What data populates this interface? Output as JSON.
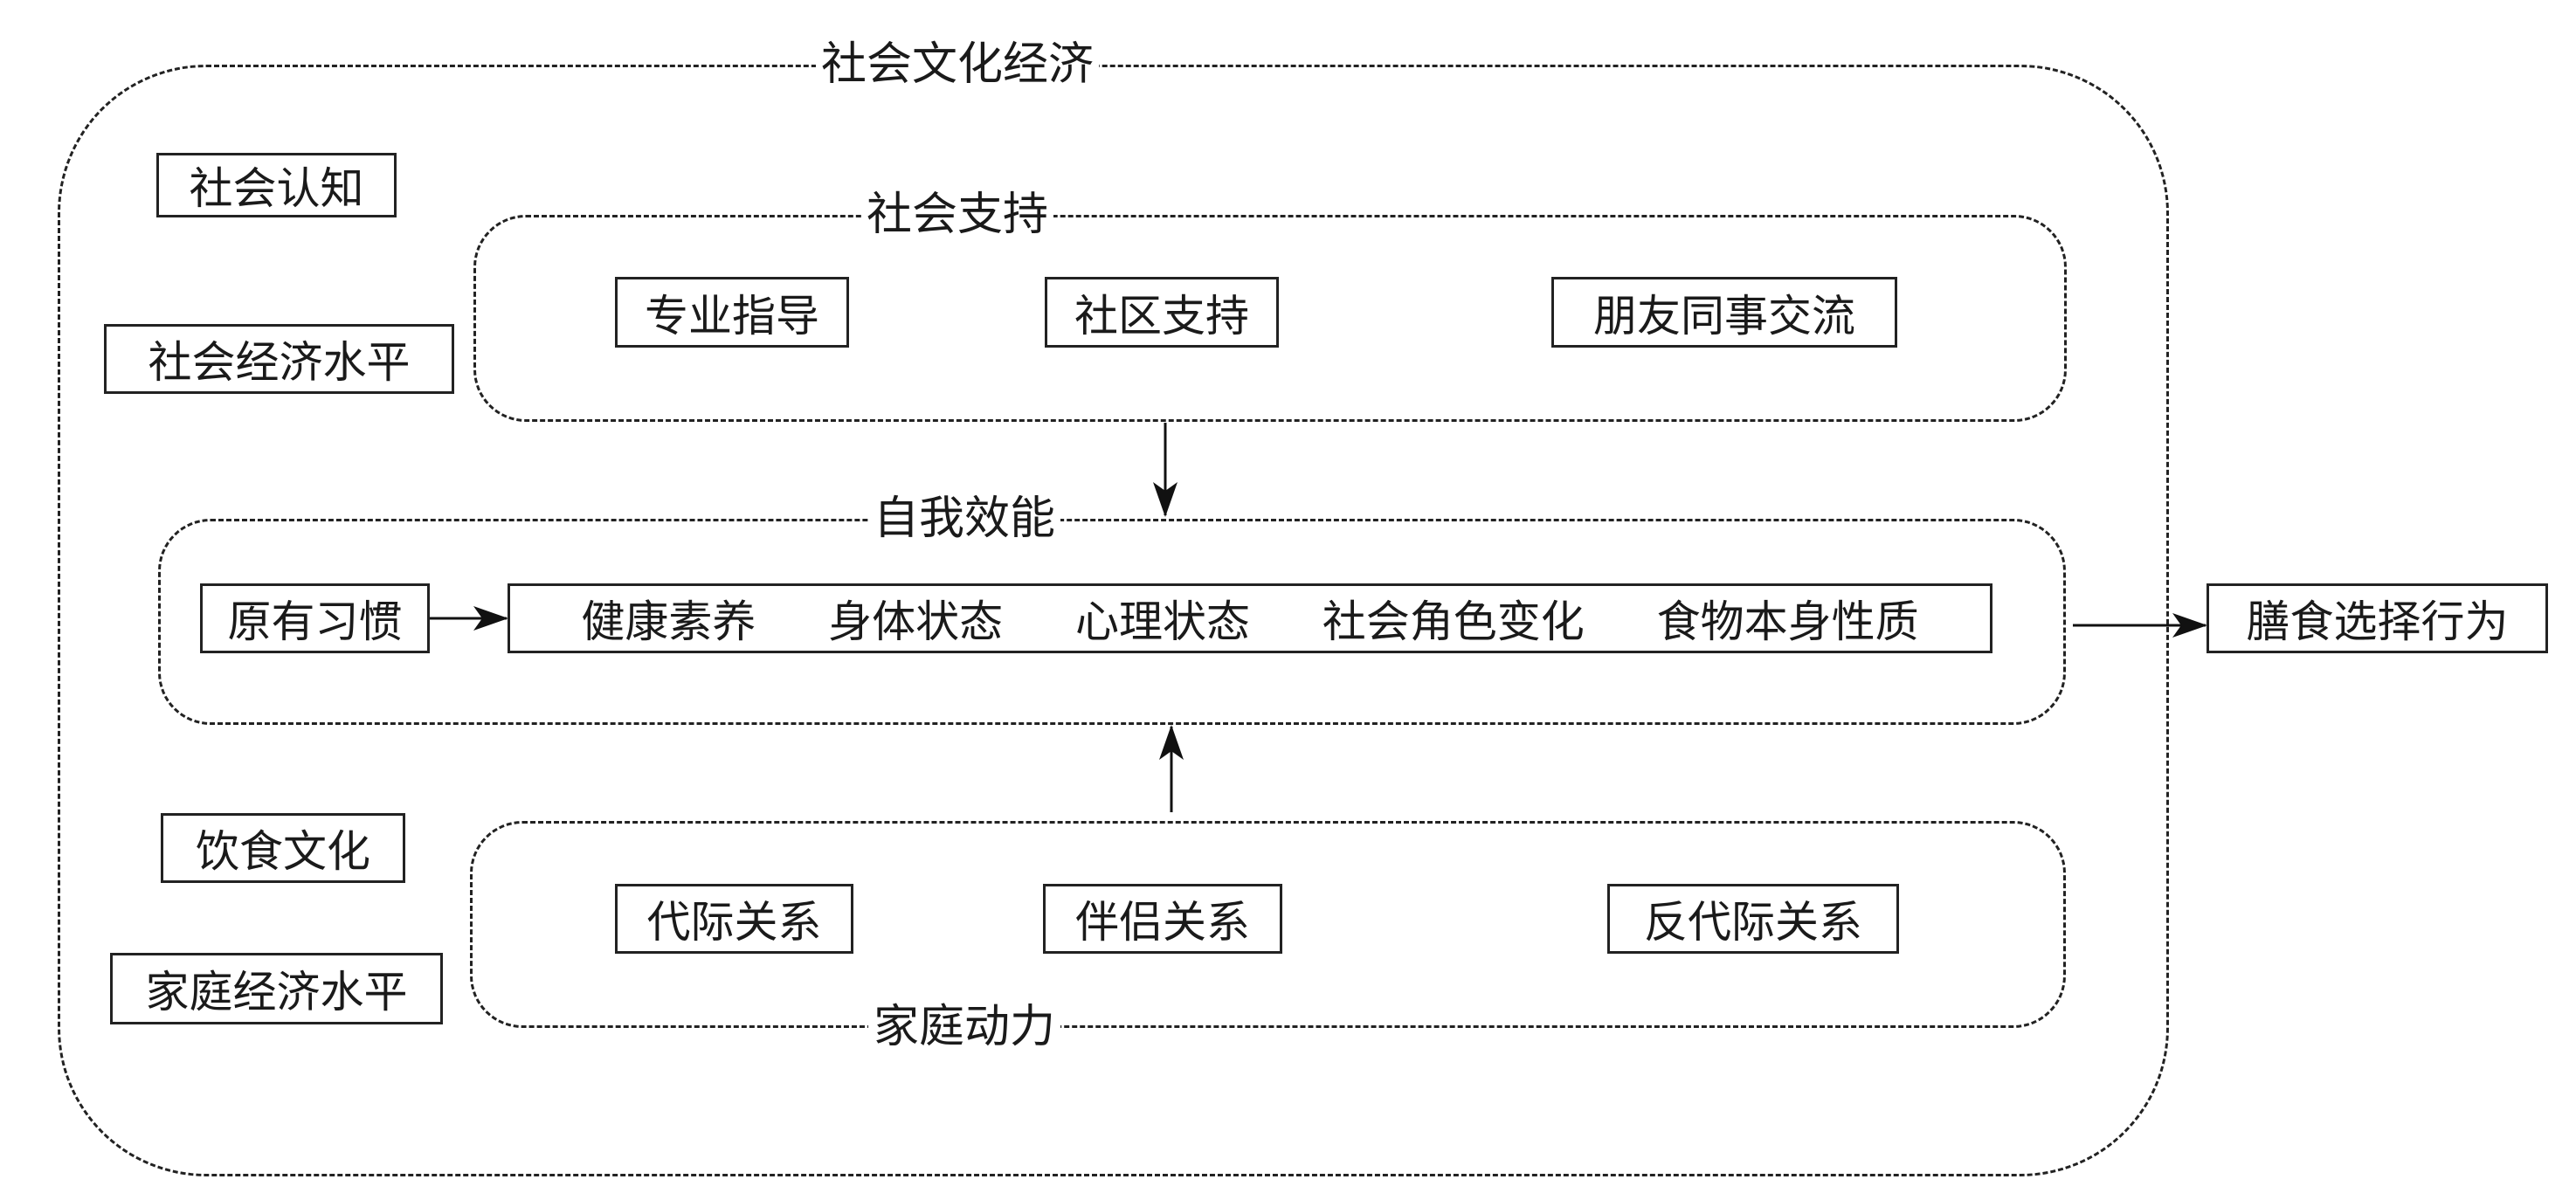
{
  "diagram": {
    "outer_group": {
      "label": "社会文化经济"
    },
    "macro_factors": [
      "社会认知",
      "社会经济水平",
      "饮食文化",
      "家庭经济水平"
    ],
    "social_support": {
      "label": "社会支持",
      "items": [
        "专业指导",
        "社区支持",
        "朋友同事交流"
      ]
    },
    "self_efficacy": {
      "label": "自我效能",
      "input": "原有习惯",
      "factors": [
        "健康素养",
        "身体状态",
        "心理状态",
        "社会角色变化",
        "食物本身性质"
      ]
    },
    "family_dynamics": {
      "label": "家庭动力",
      "items": [
        "代际关系",
        "伴侣关系",
        "反代际关系"
      ]
    },
    "outcome": "膳食选择行为",
    "edges": [
      {
        "from": "社会支持",
        "to": "自我效能"
      },
      {
        "from": "家庭动力",
        "to": "自我效能"
      },
      {
        "from": "原有习惯",
        "to": "自我效能因素"
      },
      {
        "from": "自我效能",
        "to": "膳食选择行为"
      }
    ]
  }
}
